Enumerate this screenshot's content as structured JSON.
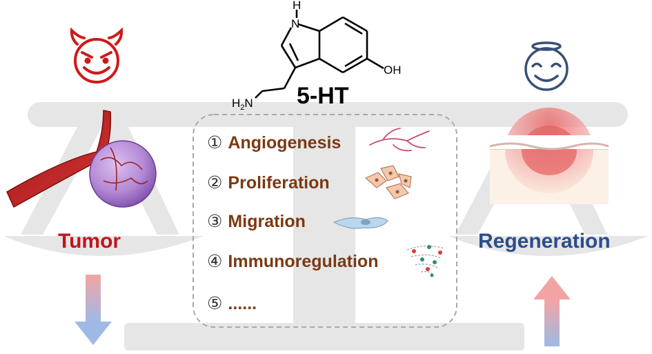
{
  "molecule": {
    "name": "5-HT",
    "atoms": {
      "h": "H",
      "n": "N",
      "oh": "OH",
      "amine_h": "H",
      "amine_sub": "2",
      "amine_n": "N"
    }
  },
  "left": {
    "label": "Tumor",
    "color": "#c0161c",
    "icon": "devil-face-icon",
    "arrow": "down"
  },
  "right": {
    "label": "Regeneration",
    "color": "#2b4d8c",
    "icon": "angel-face-icon",
    "arrow": "up"
  },
  "effects": [
    {
      "num": "①",
      "label": "Angiogenesis",
      "icon": "blood-vessels-icon"
    },
    {
      "num": "②",
      "label": "Proliferation",
      "icon": "cells-icon"
    },
    {
      "num": "③",
      "label": "Migration",
      "icon": "migrating-cell-icon"
    },
    {
      "num": "④",
      "label": "Immunoregulation",
      "icon": "immune-cells-icon"
    },
    {
      "num": "⑤",
      "label": "......"
    }
  ]
}
